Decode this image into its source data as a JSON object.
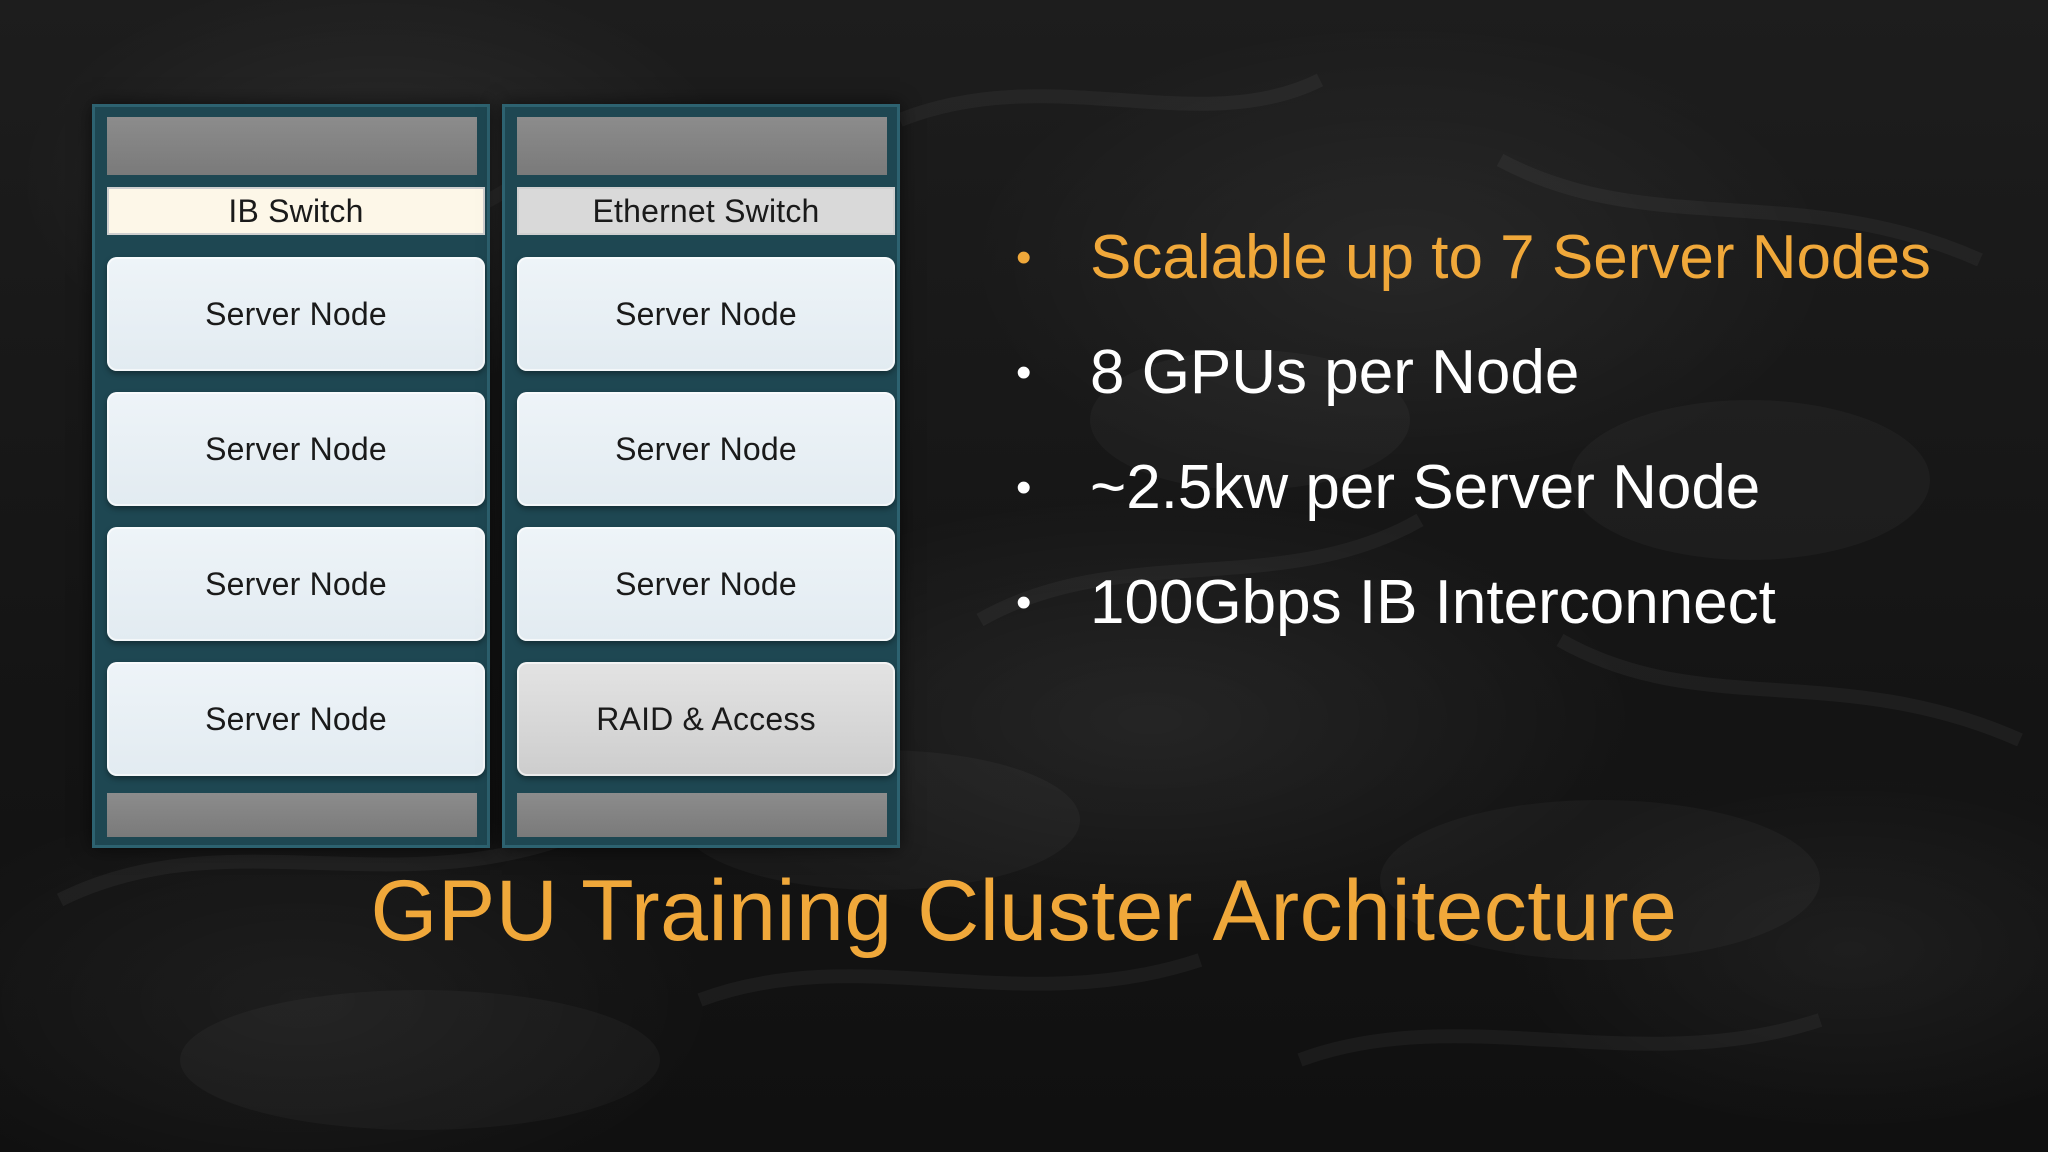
{
  "colors": {
    "accent": "#f0a83a",
    "text": "#ffffff",
    "rack_frame": "#1e4752",
    "ib_switch_fill": "#fdf7e8",
    "ethernet_switch_fill": "#d9d9d9"
  },
  "diagram": {
    "left_rack": {
      "switch_label": "IB Switch",
      "units": [
        "Server Node",
        "Server Node",
        "Server Node",
        "Server Node"
      ]
    },
    "right_rack": {
      "switch_label": "Ethernet Switch",
      "units": [
        "Server Node",
        "Server Node",
        "Server Node",
        "RAID & Access"
      ]
    }
  },
  "bullets": [
    {
      "text": "Scalable up to 7 Server Nodes",
      "highlighted": true
    },
    {
      "text": "8 GPUs per Node",
      "highlighted": false
    },
    {
      "text": "~2.5kw per Server Node",
      "highlighted": false
    },
    {
      "text": "100Gbps IB Interconnect",
      "highlighted": false
    }
  ],
  "title": "GPU Training Cluster Architecture"
}
